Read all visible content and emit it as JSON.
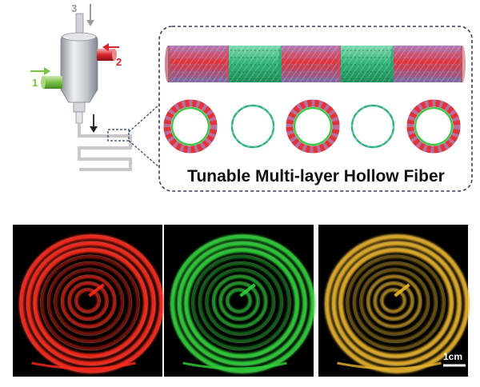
{
  "schematic": {
    "inlet_labels": [
      "3",
      "2",
      "1"
    ],
    "colors": {
      "inlet_3": "#9a9a9a",
      "inlet_2": "#d8262c",
      "inlet_1": "#78c241",
      "channel": "#c8c8c8",
      "device_body": "#c9cdd2",
      "callout_dash": "#2a3b6e"
    }
  },
  "fiber_panel": {
    "caption": "Tunable Multi-layer Hollow Fiber",
    "segments": [
      "red",
      "green",
      "red",
      "green",
      "red"
    ],
    "cross_sections": [
      "red-green",
      "green",
      "red-green",
      "green",
      "red-green"
    ],
    "colors": {
      "red_layer": "#e0333a",
      "green_layer": "#2fb374",
      "purple_tint": "#a58ac8",
      "border": "#3a3f58"
    }
  },
  "photos": [
    {
      "name": "red-fiber-coil",
      "tint": "#ff2a1a"
    },
    {
      "name": "green-fiber-coil",
      "tint": "#2fd238"
    },
    {
      "name": "yellow-fiber-coil",
      "tint": "#e8b22a"
    }
  ],
  "scale_bar": {
    "label": "1cm"
  }
}
